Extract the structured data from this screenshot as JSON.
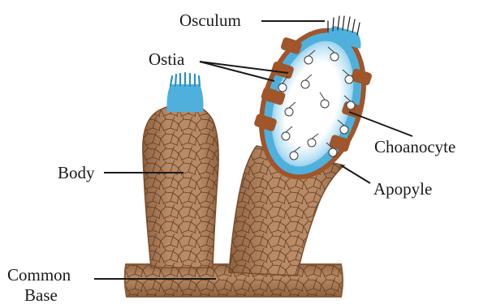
{
  "labels": {
    "osculum": "Osculum",
    "ostia": "Ostia",
    "body": "Body",
    "choanocyte": "Choanocyte",
    "apopyle": "Apopyle",
    "common_base_line1": "Common",
    "common_base_line2": "Base"
  },
  "colors": {
    "tissue": "#b88a65",
    "tissue_dark": "#8a5a35",
    "cell_line": "#5e3a22",
    "cavity_blue": "#4fb0dd",
    "choanocyte_blue": "#7cc9ec",
    "ostia_rust": "#a0552a",
    "label_text": "#1a1a1a"
  }
}
